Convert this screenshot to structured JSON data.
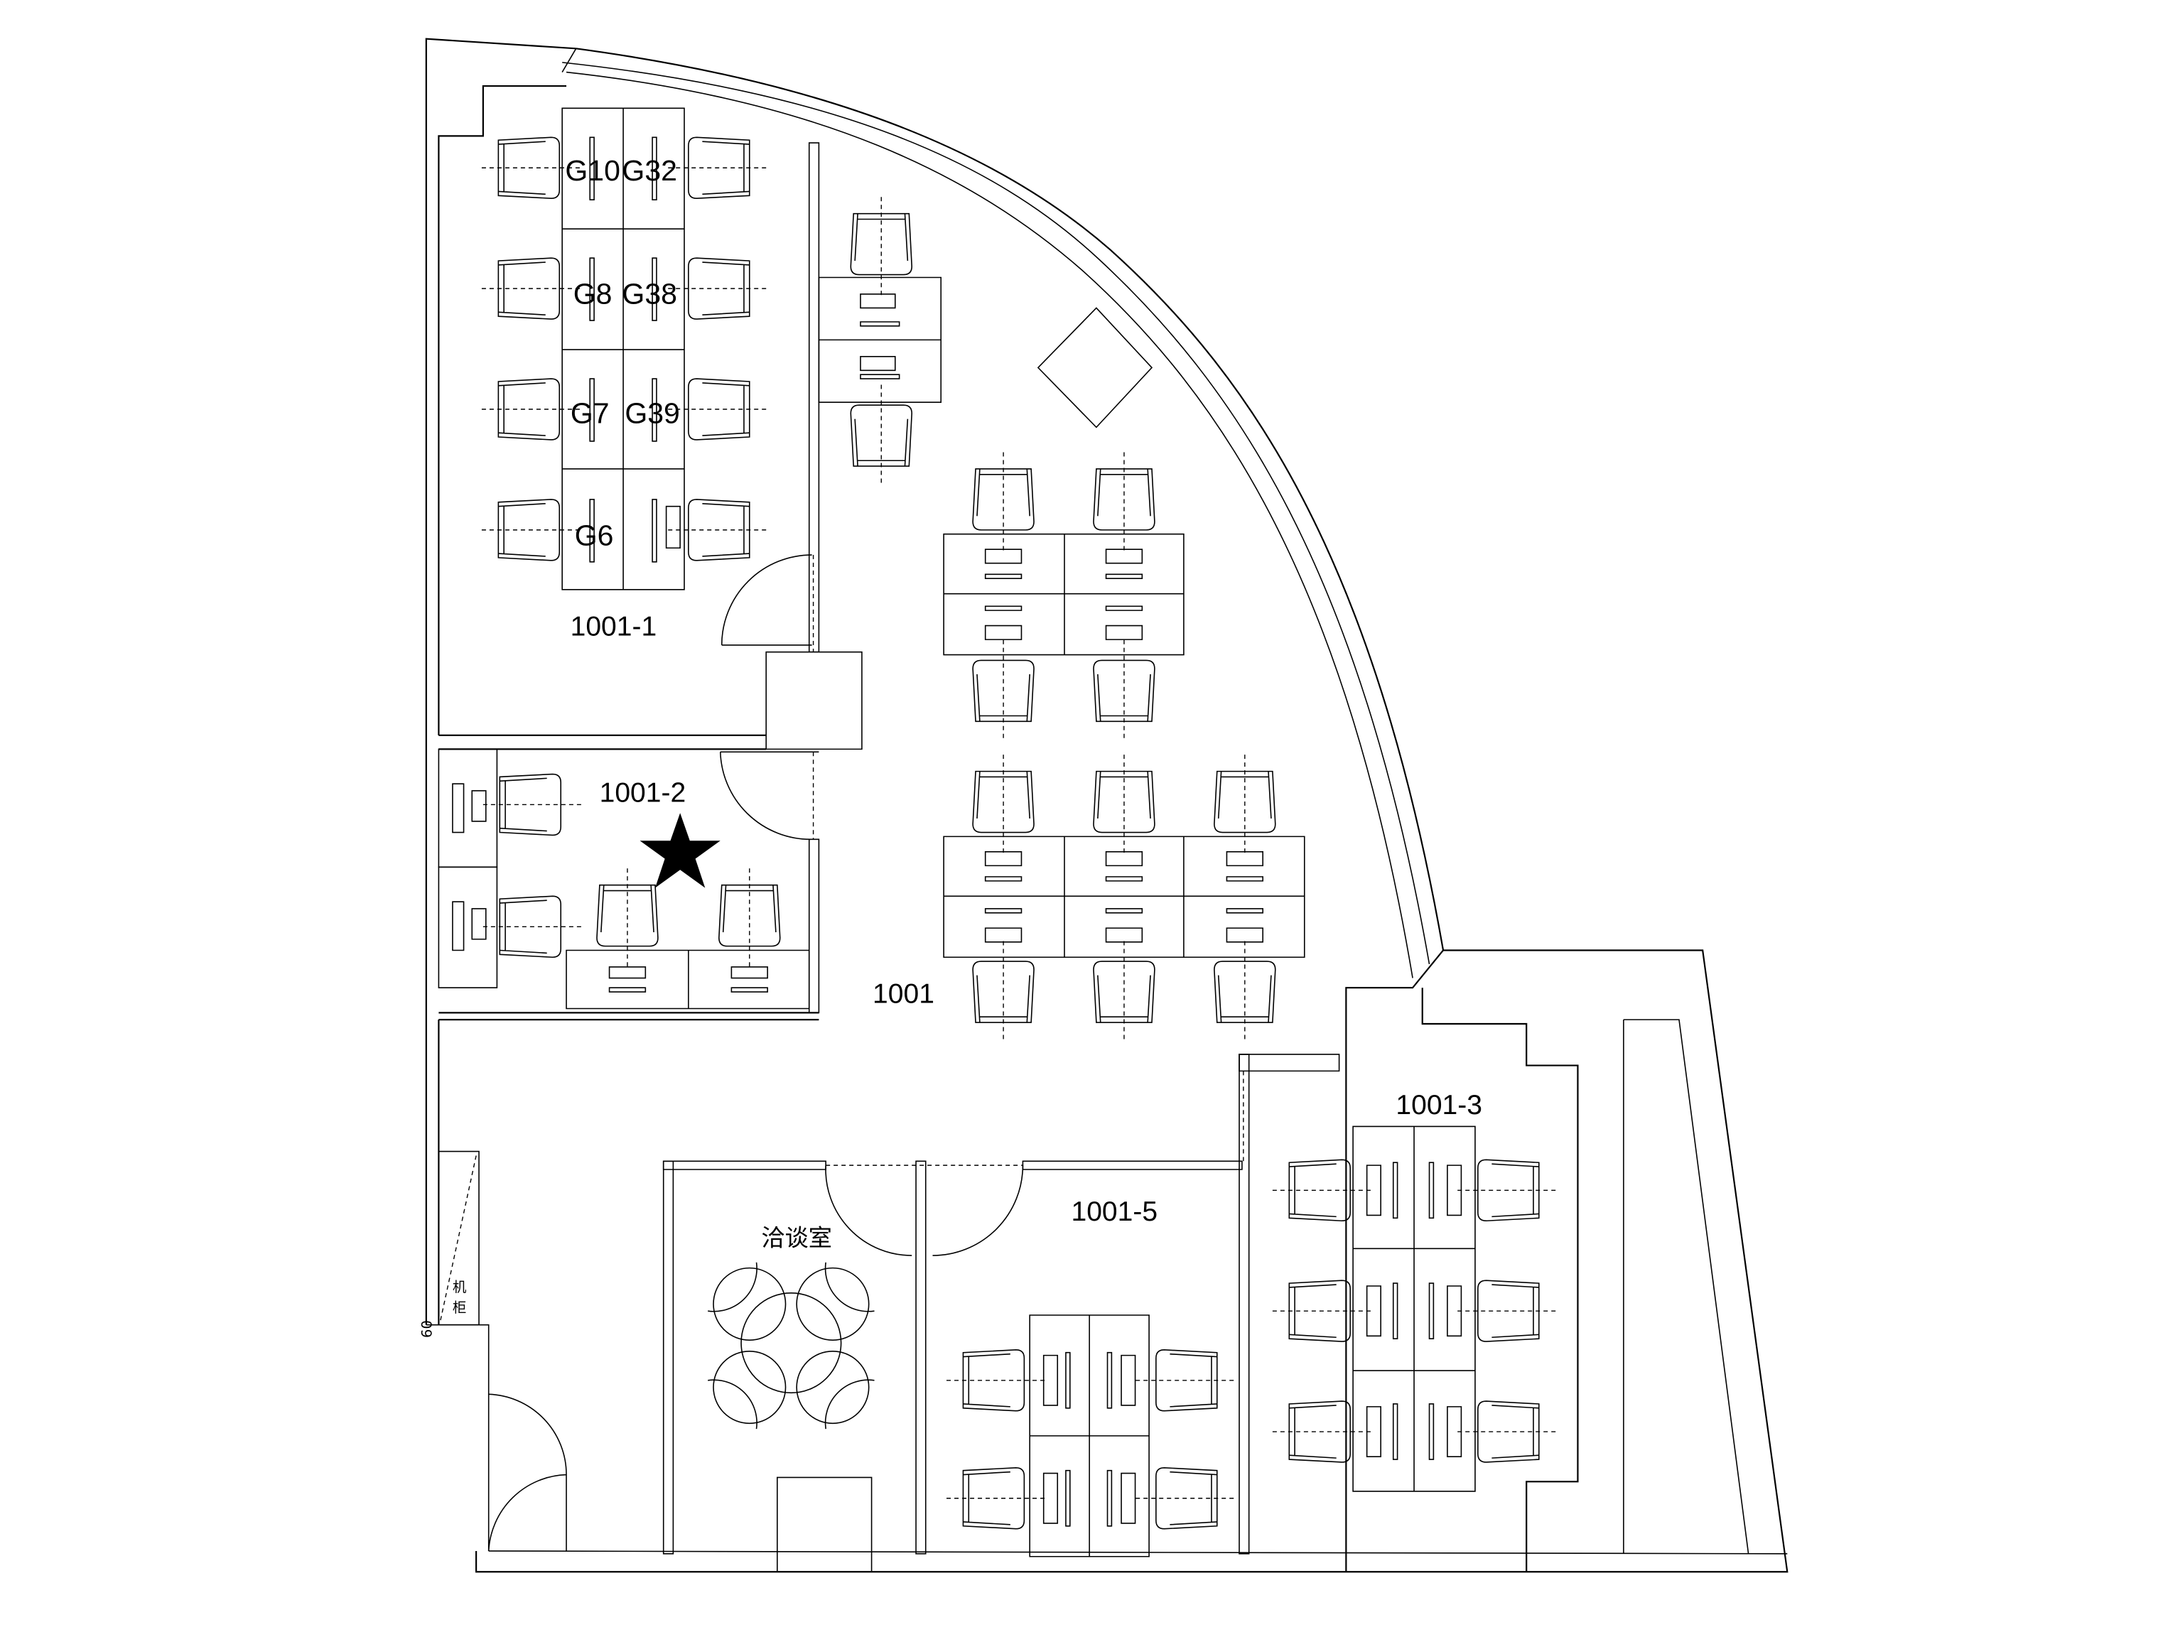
{
  "rooms": {
    "r1": "1001-1",
    "r2": "1001-2",
    "main": "1001",
    "r3": "1001-3",
    "r5": "1001-5",
    "meeting": "洽谈室",
    "cabinet_1": "机",
    "cabinet_2": "柜",
    "dimension": "60"
  },
  "seats": [
    "G10",
    "G32",
    "G8",
    "G38",
    "G7",
    "G39",
    "G6"
  ],
  "marker": {
    "icon": "star-icon",
    "color": "#000000"
  }
}
